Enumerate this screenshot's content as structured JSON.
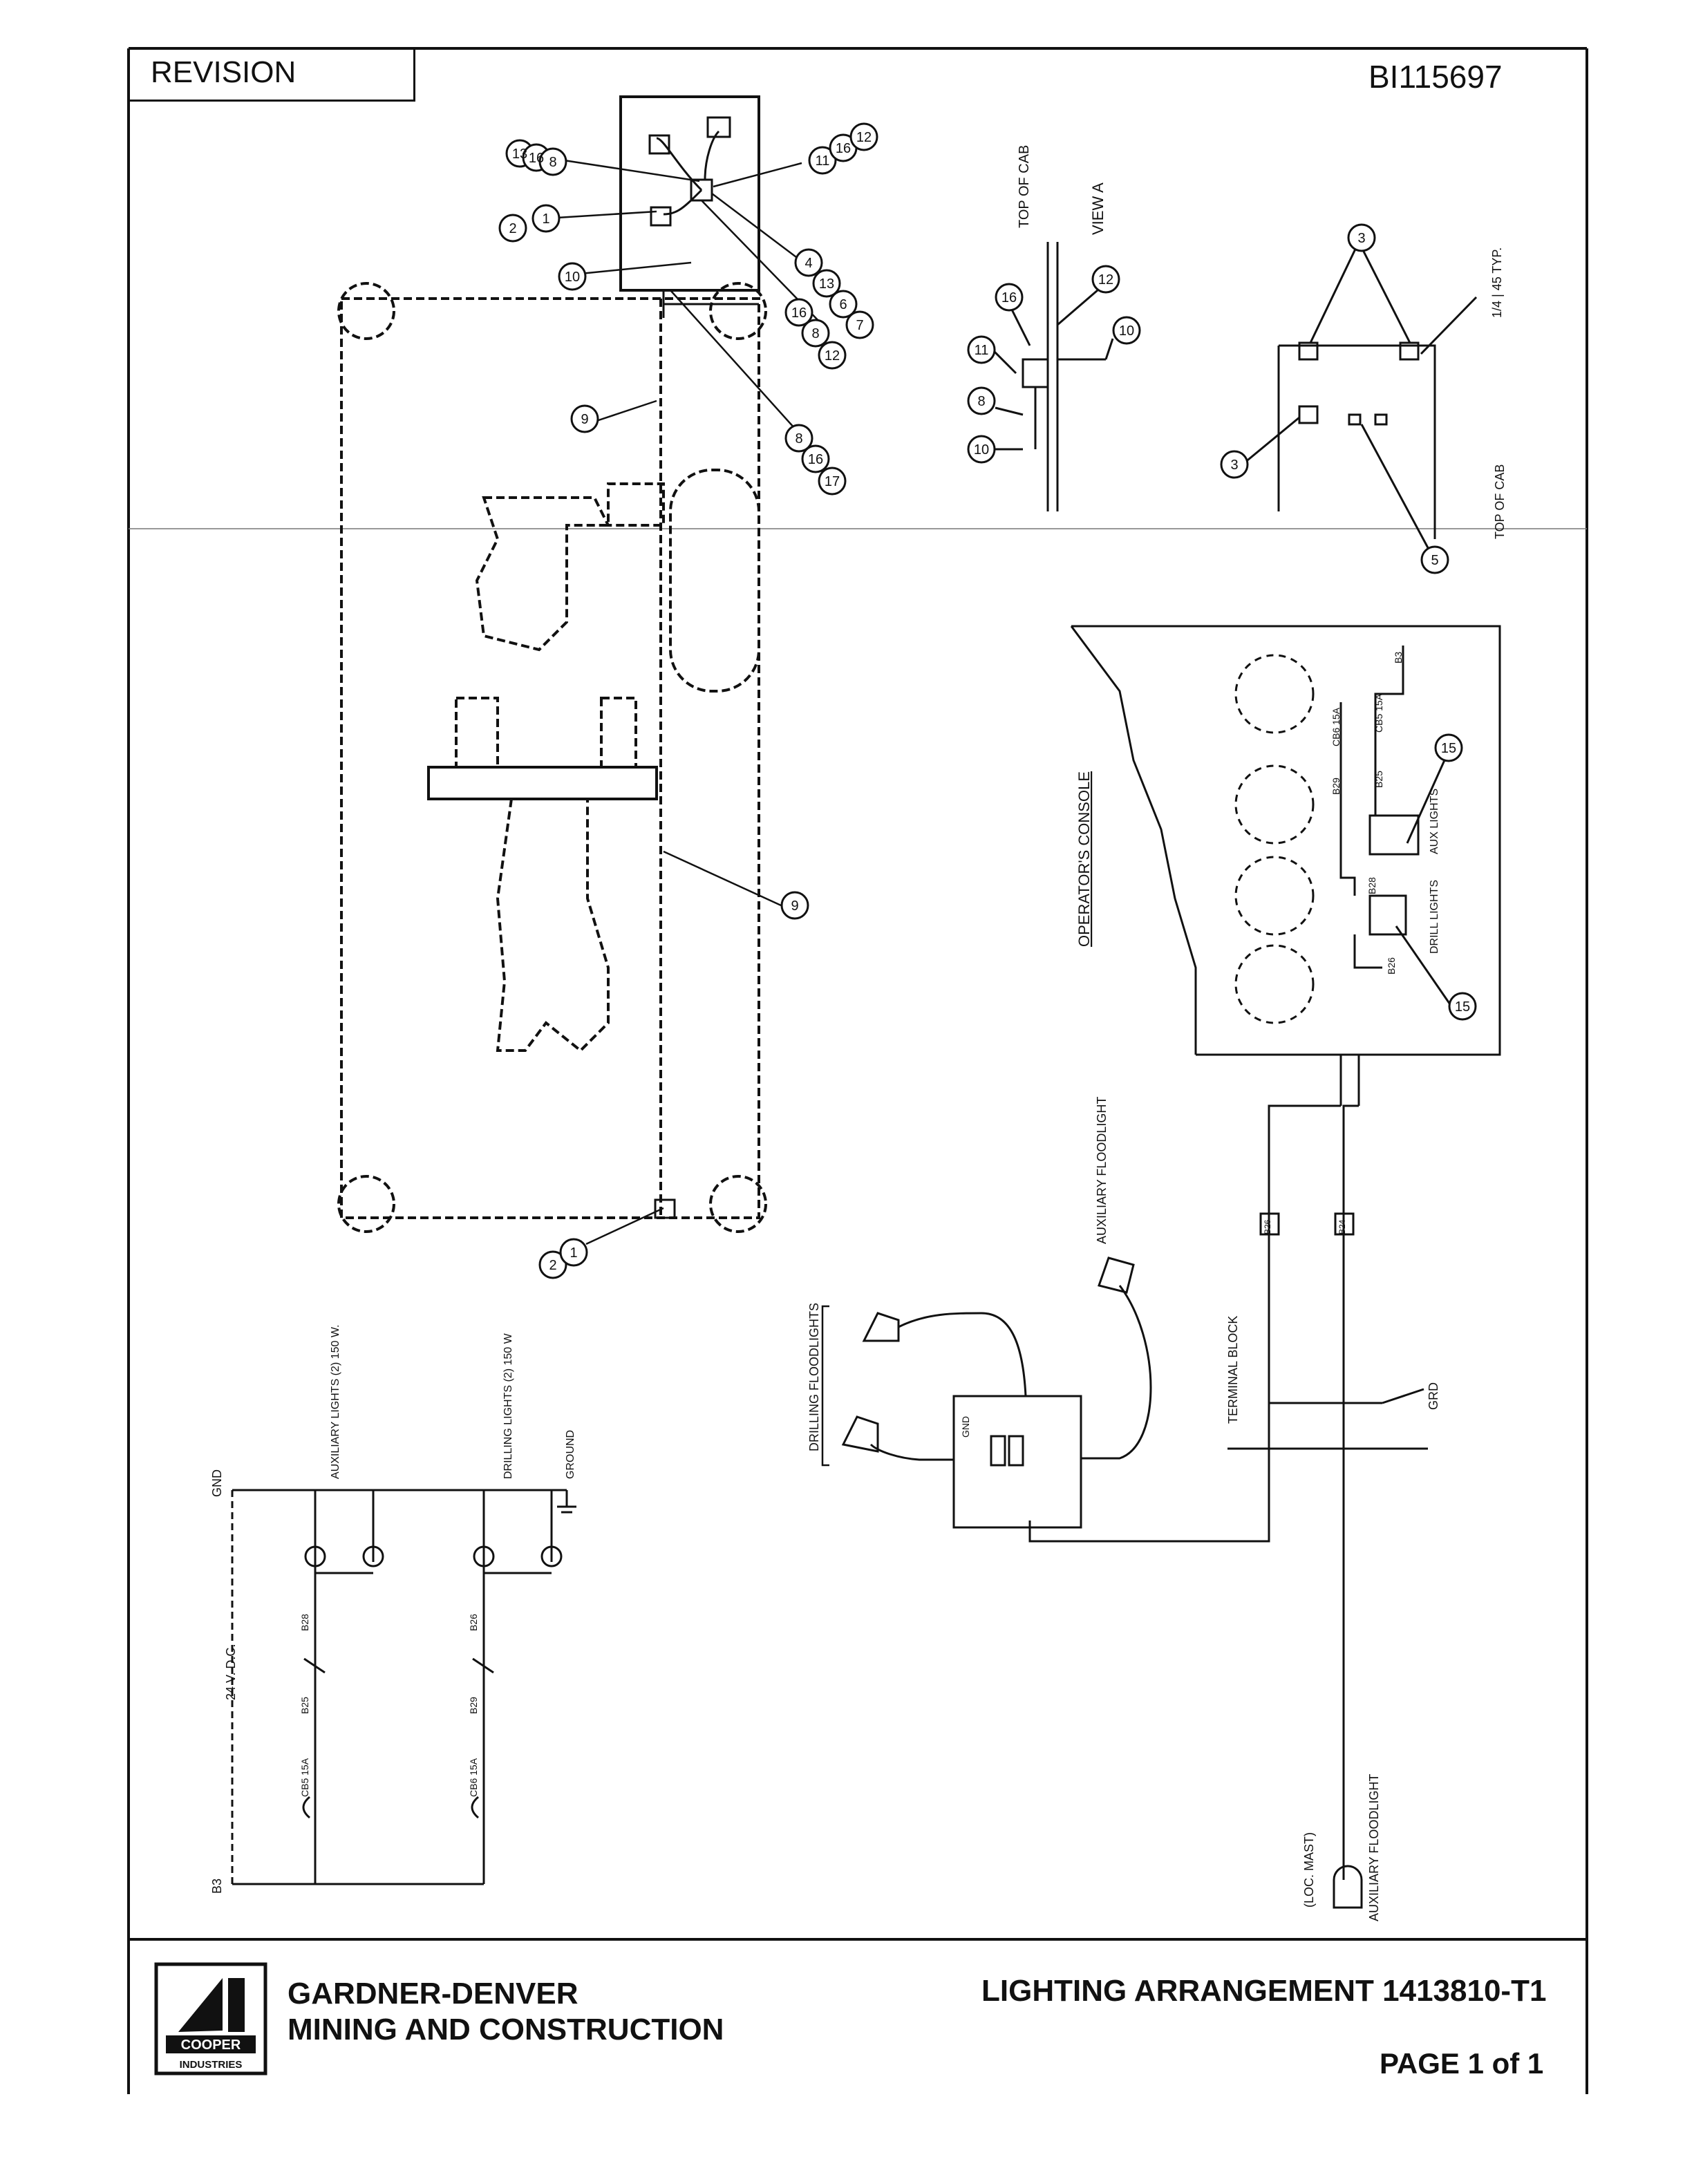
{
  "header": {
    "revision_label": "REVISION",
    "doc_number": "BI115697"
  },
  "title_block": {
    "company_line1": "GARDNER-DENVER",
    "company_line2": "MINING AND CONSTRUCTION",
    "drawing_title": "LIGHTING ARRANGEMENT 1413810-T1",
    "page": "PAGE 1 of 1",
    "logo_text_1": "COOPER",
    "logo_text_2": "INDUSTRIES"
  },
  "labels": {
    "view_a": "VIEW A",
    "top_of_cab_1": "TOP OF CAB",
    "top_of_cab_2": "TOP OF CAB",
    "typ": "1/4 | 45 TYP.",
    "operators_console": "OPERATOR'S CONSOLE",
    "aux_lights": "AUX LIGHTS",
    "drill_lights": "DRILL LIGHTS",
    "terminal_block": "TERMINAL BLOCK",
    "grd": "GRD",
    "auxiliary_floodlight_1": "AUXILIARY FLOODLIGHT",
    "auxiliary_floodlight_2": "AUXILIARY FLOODLIGHT",
    "loc_mast": "(LOC. MAST)",
    "drilling_floodlights": "DRILLING FLOODLIGHTS",
    "aux_lights_rating": "AUXILIARY LIGHTS (2) 150 W.",
    "drill_lights_rating": "DRILLING LIGHTS (2) 150 W",
    "ground": "GROUND",
    "gnd": "GND",
    "voltage": "24 V. D.C.",
    "b3": "B3",
    "b3_arrow": "B3",
    "cb5": "CB5 15A",
    "cb6": "CB6 15A",
    "b25": "B25",
    "b26": "B26",
    "b28": "B28",
    "b29": "B29",
    "b24": "B24"
  },
  "balloons": [
    "1",
    "2",
    "3",
    "4",
    "5",
    "6",
    "7",
    "8",
    "9",
    "10",
    "11",
    "12",
    "13",
    "15",
    "16",
    "17"
  ]
}
